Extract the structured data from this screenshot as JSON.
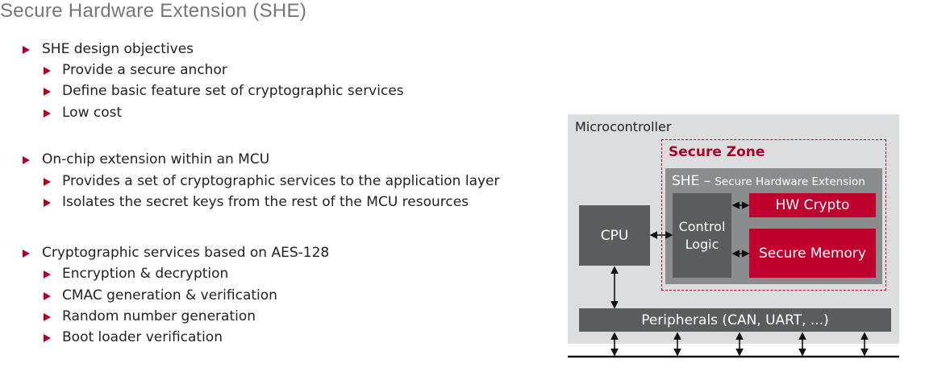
{
  "title": "Secure Hardware Extension (SHE)",
  "bullets": [
    {
      "text": "SHE design objectives",
      "subs": [
        "Provide a secure anchor",
        "Define basic feature set of cryptographic services",
        "Low cost"
      ]
    },
    {
      "text": "On-chip extension within an MCU",
      "subs": [
        "Provides a set of cryptographic services to the application layer",
        "Isolates the secret keys from the rest of the MCU resources"
      ]
    },
    {
      "text": "Cryptographic services based on AES-128",
      "subs": [
        "Encryption & decryption",
        "CMAC generation & verification",
        "Random number generation",
        "Boot loader verification"
      ]
    }
  ],
  "diagram": {
    "microcontroller": "Microcontroller",
    "secure_zone": "Secure Zone",
    "she_title": "SHE –",
    "she_subtitle": "Secure Hardware Extension",
    "cpu": "CPU",
    "control_logic": "Control Logic",
    "hw_crypto": "HW Crypto",
    "secure_memory": "Secure Memory",
    "peripherals": "Peripherals (CAN, UART, ...)",
    "colors": {
      "accent": "#c0002d",
      "dark": "#5a5c5e",
      "mid": "#8a8c8e",
      "light": "#dcdddf"
    }
  }
}
